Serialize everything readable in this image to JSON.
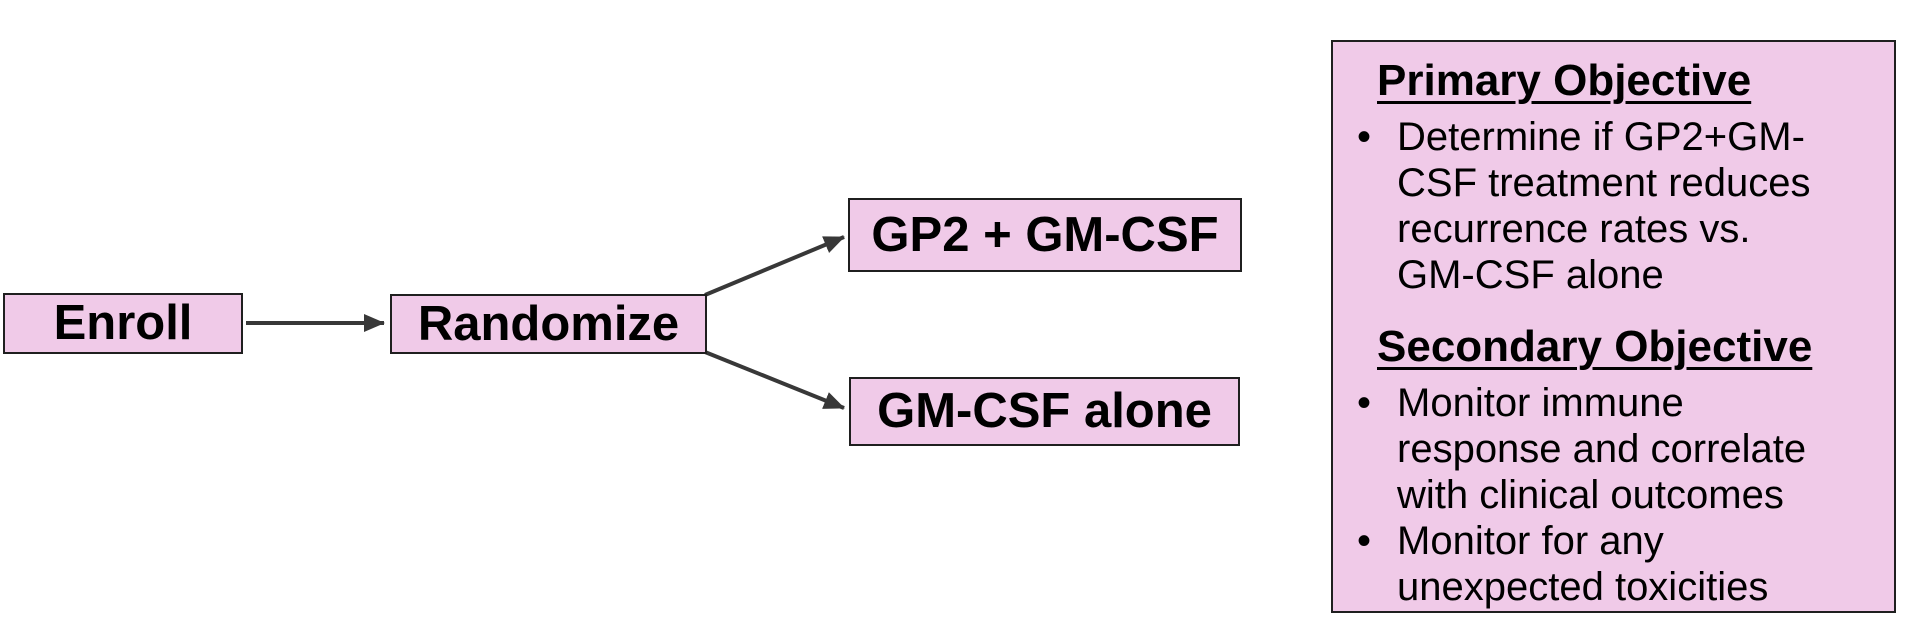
{
  "flowchart": {
    "nodes": [
      {
        "id": "enroll",
        "label": "Enroll"
      },
      {
        "id": "randomize",
        "label": "Randomize"
      },
      {
        "id": "gp2-gmcsf",
        "label": "GP2 + GM-CSF"
      },
      {
        "id": "gmcsf-alone",
        "label": "GM-CSF alone"
      }
    ],
    "edges": [
      {
        "from": "enroll",
        "to": "randomize"
      },
      {
        "from": "randomize",
        "to": "gp2-gmcsf"
      },
      {
        "from": "randomize",
        "to": "gmcsf-alone"
      }
    ]
  },
  "panel": {
    "bullet_char": "•",
    "sections": [
      {
        "heading": "Primary Objective",
        "bullets": [
          {
            "lines": [
              "Determine if GP2+GM-",
              "CSF treatment reduces",
              "recurrence rates vs.",
              "GM-CSF alone"
            ]
          }
        ]
      },
      {
        "heading": "Secondary Objective",
        "bullets": [
          {
            "lines": [
              "Monitor immune",
              "response and correlate",
              "with clinical outcomes"
            ]
          },
          {
            "lines": [
              "Monitor for any",
              "unexpected toxicities"
            ]
          }
        ]
      }
    ]
  },
  "colors": {
    "shape_fill": "#f0cae8",
    "shape_border": "#1f1f1f",
    "arrow": "#383838",
    "text": "#000000",
    "background": "#ffffff"
  }
}
